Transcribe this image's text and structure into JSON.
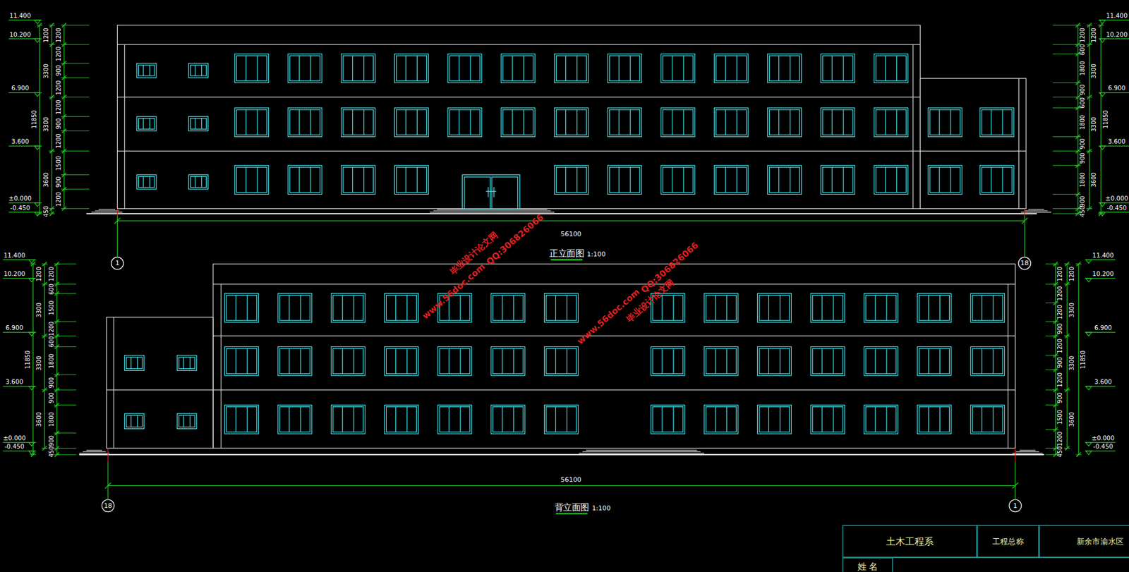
{
  "diagram": {
    "nodes": [
      {
        "text": [
          "1"
        ]
      },
      {
        "text": [
          "18"
        ]
      },
      {
        "text": [
          "18"
        ]
      },
      {
        "text": [
          "1"
        ]
      },
      {
        "text": [
          "土木工程系"
        ]
      },
      {
        "text": [
          "工程总称"
        ]
      },
      {
        "text": [
          "新余市渝水区"
        ]
      },
      {
        "text": [
          "姓 名"
        ]
      }
    ],
    "labels": [
      "正立面图",
      "1:100",
      "56100",
      "背立面图",
      "1:100",
      "56100",
      "11.400",
      "10.200",
      "6.900",
      "3.600",
      "±0.000",
      "-0.450",
      "1200",
      "3300",
      "3300",
      "3600",
      "450",
      "1200",
      "1200",
      "900",
      "1200",
      "1200",
      "900",
      "1200",
      "1500",
      "900",
      "1200",
      "11850",
      "11.400",
      "10.200",
      "6.900",
      "3.600",
      "±0.000",
      "-0.450",
      "1200",
      "600",
      "1800",
      "900",
      "600",
      "1800",
      "900",
      "900",
      "1800",
      "900",
      "450",
      "1200",
      "3300",
      "3300",
      "3600",
      "11850",
      "11.400",
      "10.200",
      "6.900",
      "3.600",
      "±0.000",
      "-0.450",
      "1200",
      "600",
      "1500",
      "1200",
      "600",
      "1800",
      "900",
      "900",
      "1800",
      "900",
      "450",
      "1200",
      "3300",
      "3300",
      "3600",
      "11850",
      "11.400",
      "10.200",
      "6.900",
      "3.600",
      "±0.000",
      "-0.450",
      "1200",
      "1200",
      "1200",
      "900",
      "1200",
      "900",
      "1200",
      "900",
      "1500",
      "1200",
      "450",
      "1200",
      "3300",
      "3300",
      "3600",
      "11850",
      "毕业设计论文网",
      "www.56doc.com",
      "QQ:306826066",
      "毕业设计论文网",
      "www.56doc.com",
      "QQ:306826066"
    ]
  }
}
